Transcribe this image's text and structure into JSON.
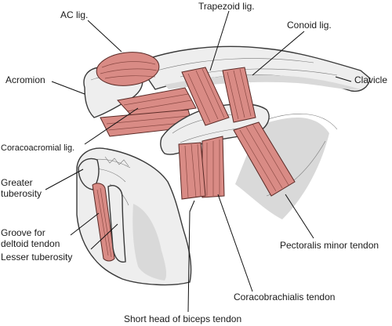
{
  "labels": {
    "ac_lig": "AC lig.",
    "trapezoid_lig": "Trapezoid lig.",
    "conoid_lig": "Conoid lig.",
    "acromion": "Acromion",
    "clavicle": "Clavicle",
    "coracoacromial_lig": "Coracoacromial lig.",
    "greater_tuberosity_line1": "Greater",
    "greater_tuberosity_line2": "tuberosity",
    "groove_line1": "Groove for",
    "groove_line2": "deltoid tendon",
    "lesser_tuberosity": "Lesser tuberosity",
    "pectoralis_minor": "Pectoralis minor tendon",
    "coracobrachialis": "Coracobrachialis tendon",
    "biceps_short_head": "Short head of biceps tendon"
  },
  "colors": {
    "ligament": "#d98b85",
    "bone": "#eeeeee",
    "outline": "#3a3a3a"
  }
}
